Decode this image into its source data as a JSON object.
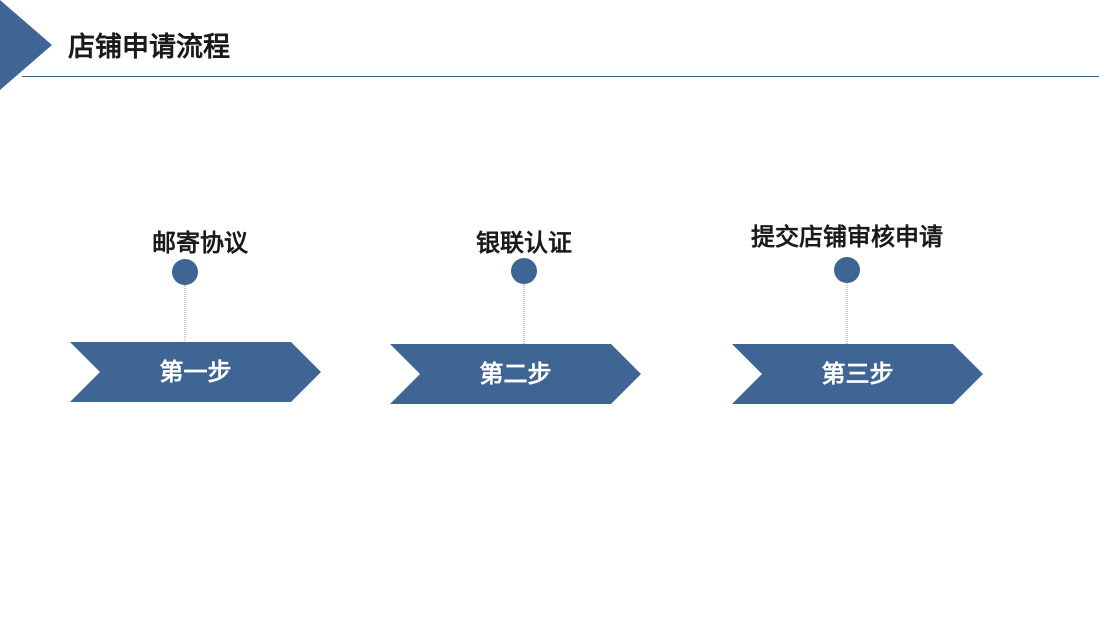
{
  "header": {
    "title": "店铺申请流程",
    "accent_color": "#3f6594"
  },
  "steps": [
    {
      "label": "邮寄协议",
      "badge": "第一步"
    },
    {
      "label": "银联认证",
      "badge": "第二步"
    },
    {
      "label": "提交店铺审核申请",
      "badge": "第三步"
    }
  ],
  "colors": {
    "primary": "#3f6594",
    "text": "#1a1a1a",
    "background": "#ffffff"
  }
}
